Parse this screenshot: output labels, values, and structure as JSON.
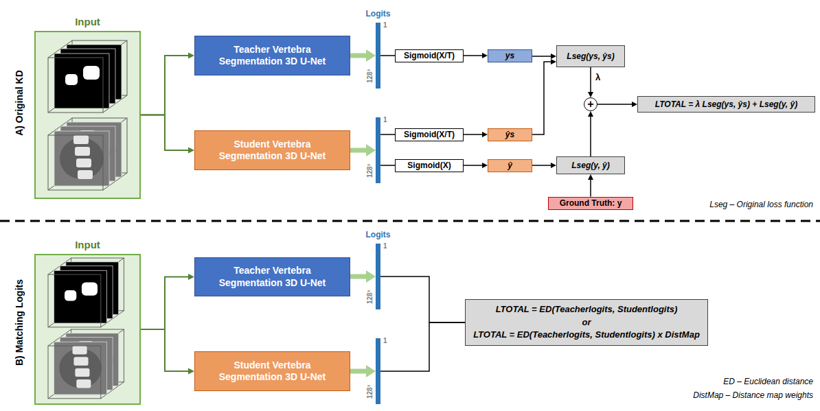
{
  "diagram": {
    "nodes": [
      {
        "text": [
          "Input"
        ]
      },
      {
        "text": [
          "Teacher Vertebra Segmentation 3D U-Net"
        ]
      },
      {
        "text": [
          "Student Vertebra Segmentation 3D U-Net"
        ]
      },
      {
        "text": [
          "Logits",
          "1",
          "128³"
        ]
      },
      {
        "text": [
          "1",
          "128³"
        ]
      },
      {
        "text": [
          "Sigmoid(X/T)"
        ]
      },
      {
        "text": [
          "ys"
        ]
      },
      {
        "text": [
          "Lseg(ys, ŷs)"
        ]
      },
      {
        "text": [
          "Sigmoid(X/T)"
        ]
      },
      {
        "text": [
          "ŷs"
        ]
      },
      {
        "text": [
          "Sigmoid(X)"
        ]
      },
      {
        "text": [
          "ŷ"
        ]
      },
      {
        "text": [
          "Lseg(y, ŷ)"
        ]
      },
      {
        "text": [
          "Ground Truth: y"
        ]
      },
      {
        "text": [
          "+"
        ]
      },
      {
        "text": [
          "LTOTAL = λ Lseg(ys, ŷs) + Lseg(y, ŷ)"
        ]
      },
      {
        "text": [
          "Input"
        ]
      },
      {
        "text": [
          "Teacher Vertebra Segmentation 3D U-Net"
        ]
      },
      {
        "text": [
          "Student Vertebra Segmentation 3D U-Net"
        ]
      },
      {
        "text": [
          "Logits",
          "1",
          "128³"
        ]
      },
      {
        "text": [
          "1",
          "128³"
        ]
      },
      {
        "text": [
          "LTOTAL = ED(Teacherlogits, Studentlogits)",
          "or",
          "LTOTAL = ED(Teacherlogits, Studentlogits) x DistMap"
        ]
      }
    ],
    "edges": [
      {
        "from": 0,
        "to": 1,
        "arrow": "to"
      },
      {
        "from": 0,
        "to": 2,
        "arrow": "to"
      },
      {
        "from": 1,
        "to": 3,
        "arrow": "to"
      },
      {
        "from": 2,
        "to": 4,
        "arrow": "to"
      },
      {
        "from": 3,
        "to": 5,
        "arrow": "none"
      },
      {
        "from": 5,
        "to": 6,
        "arrow": "to"
      },
      {
        "from": 6,
        "to": 7,
        "arrow": "to"
      },
      {
        "from": 4,
        "to": 8,
        "arrow": "none"
      },
      {
        "from": 8,
        "to": 9,
        "arrow": "to"
      },
      {
        "from": 9,
        "to": 7,
        "arrow": "to"
      },
      {
        "from": 4,
        "to": 10,
        "arrow": "none"
      },
      {
        "from": 10,
        "to": 11,
        "arrow": "to"
      },
      {
        "from": 11,
        "to": 12,
        "arrow": "to"
      },
      {
        "from": 13,
        "to": 12,
        "arrow": "to"
      },
      {
        "from": 7,
        "to": 14,
        "arrow": "to",
        "label": "λ"
      },
      {
        "from": 12,
        "to": 14,
        "arrow": "to"
      },
      {
        "from": 14,
        "to": 15,
        "arrow": "to"
      },
      {
        "from": 16,
        "to": 17,
        "arrow": "to"
      },
      {
        "from": 16,
        "to": 18,
        "arrow": "to"
      },
      {
        "from": 17,
        "to": 19,
        "arrow": "to"
      },
      {
        "from": 18,
        "to": 20,
        "arrow": "to"
      },
      {
        "from": 19,
        "to": 21,
        "arrow": "none"
      },
      {
        "from": 20,
        "to": 21,
        "arrow": "none"
      }
    ],
    "labels": [
      "A) Original KD",
      "Lseg – Original loss function",
      "B) Matching Logits",
      "ED – Euclidean distance",
      "DistMap – Distance map weights"
    ]
  }
}
